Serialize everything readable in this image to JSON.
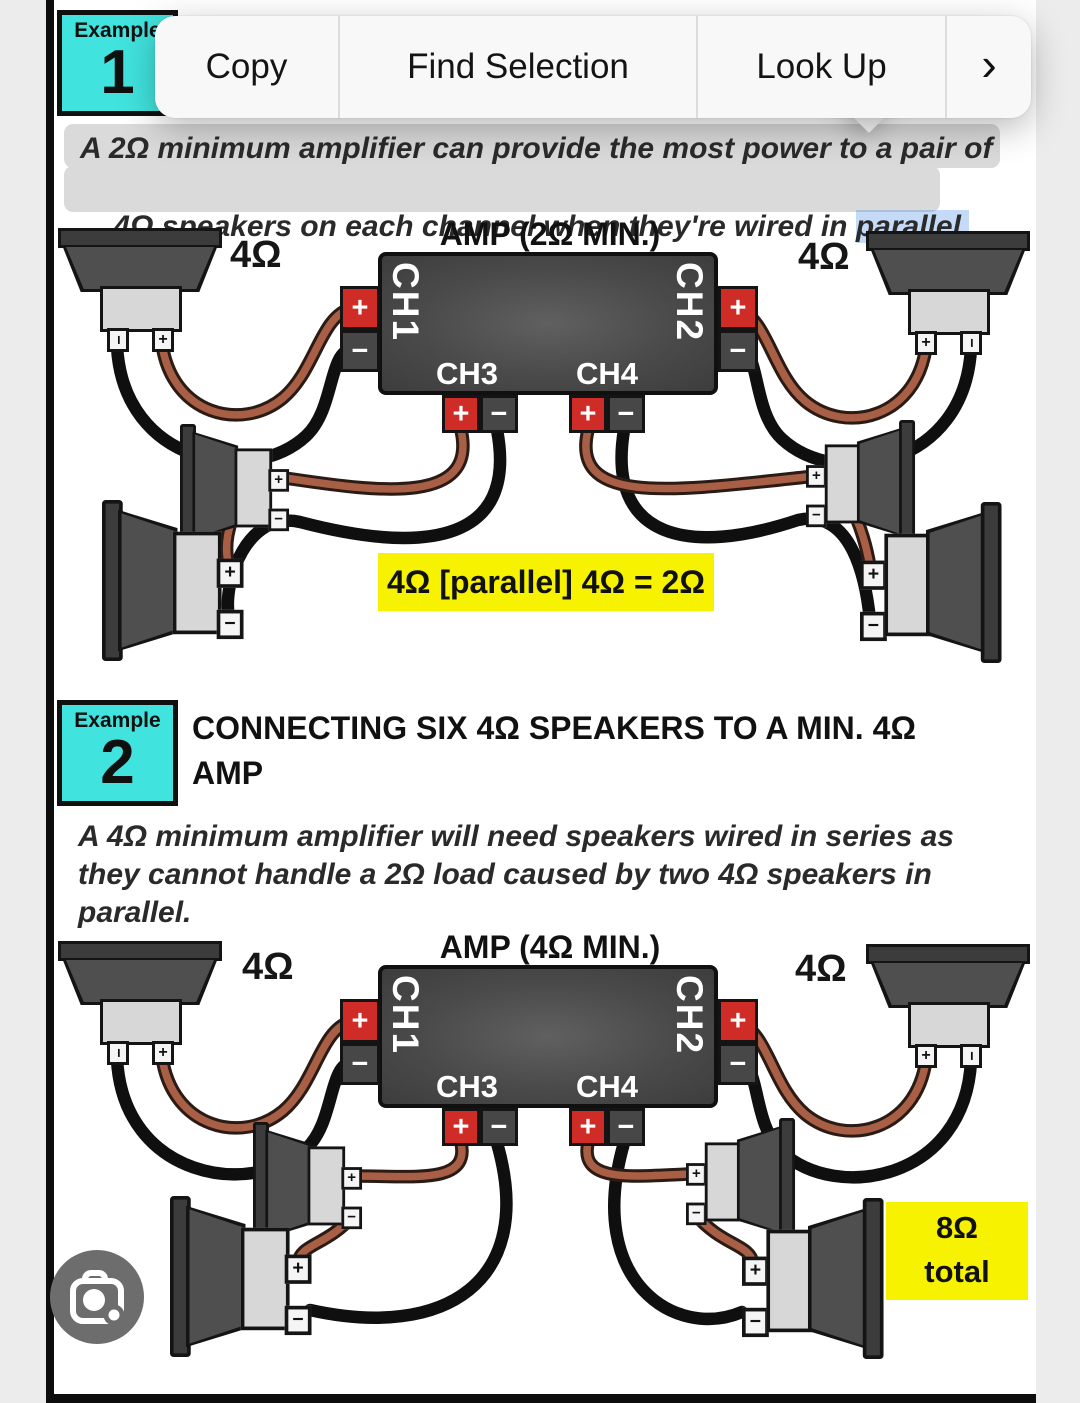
{
  "edit_menu": {
    "items": [
      {
        "label": "Copy"
      },
      {
        "label": "Find Selection"
      },
      {
        "label": "Look Up"
      }
    ],
    "more_symbol": "›"
  },
  "live_text": {
    "selected_word": "parallel."
  },
  "example_1": {
    "badge_title": "Example",
    "badge_number": "1",
    "description_line_1": "A 2Ω minimum amplifier can provide the most power to a pair of",
    "description_line_2_before_selection": "4Ω speakers on each channel when they're wired in "
  },
  "diagram_1": {
    "amp_title": "AMP (2Ω MIN.)",
    "left_speaker_impedance": "4Ω",
    "right_speaker_impedance": "4Ω",
    "channel_1": "CH1",
    "channel_2": "CH2",
    "channel_3": "CH3",
    "channel_4": "CH4",
    "result_label": "4Ω [parallel] 4Ω = 2Ω"
  },
  "example_2": {
    "badge_title": "Example",
    "badge_number": "2",
    "heading_line_1": "CONNECTING SIX 4Ω SPEAKERS TO A MIN. 4Ω",
    "heading_line_2": "AMP",
    "description_line_1": "A 4Ω minimum amplifier will need speakers wired in series as",
    "description_line_2": "they cannot handle a 2Ω load caused by two 4Ω speakers in",
    "description_line_3": "parallel."
  },
  "diagram_2": {
    "amp_title": "AMP (4Ω MIN.)",
    "left_speaker_impedance": "4Ω",
    "right_speaker_impedance": "4Ω",
    "channel_1": "CH1",
    "channel_2": "CH2",
    "channel_3": "CH3",
    "channel_4": "CH4",
    "result_line_1": "8Ω",
    "result_line_2": "total"
  },
  "glyphs": {
    "plus": "+",
    "minus": "−"
  },
  "colors": {
    "badge_cyan": "#41e3de",
    "highlight_yellow": "#f6f200",
    "terminal_red": "#cf2b27",
    "selection_blue": "#2e7ae1",
    "wire_red": "#a85f46"
  }
}
